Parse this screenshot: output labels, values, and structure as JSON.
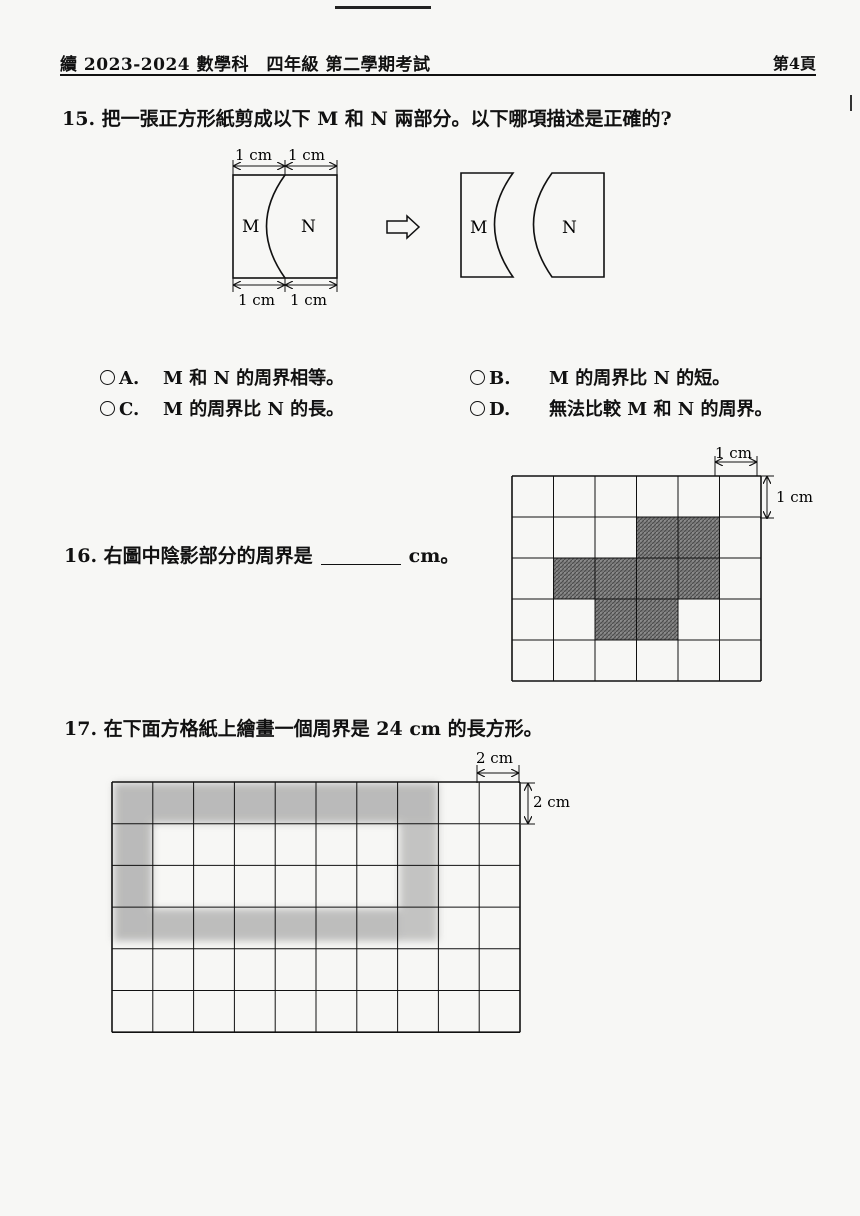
{
  "header": {
    "left": "續 2023-2024 數學科　四年級 第二學期考試",
    "right": "第4頁"
  },
  "q15": {
    "text": "15. 把一張正方形紙剪成以下 M 和 N 兩部分。以下哪項描述是正確的?",
    "dim_labels": [
      "1 cm",
      "1 cm",
      "1 cm",
      "1 cm"
    ],
    "piece_m": "M",
    "piece_n": "N",
    "options": [
      {
        "letter": "A.",
        "text": "M 和 N 的周界相等。"
      },
      {
        "letter": "B.",
        "text": "M 的周界比 N 的短。"
      },
      {
        "letter": "C.",
        "text": "M 的周界比 N 的長。"
      },
      {
        "letter": "D.",
        "text": "無法比較 M 和 N 的周界。"
      }
    ]
  },
  "q16": {
    "text_before": "16. 右圖中陰影部分的周界是",
    "text_after": "cm。",
    "grid_unit_w": "1 cm",
    "grid_unit_h": "1 cm",
    "grid_cols": 6,
    "grid_rows": 5,
    "shaded_cells": [
      [
        1,
        3
      ],
      [
        1,
        4
      ],
      [
        2,
        1
      ],
      [
        2,
        2
      ],
      [
        2,
        3
      ],
      [
        2,
        4
      ],
      [
        3,
        2
      ],
      [
        3,
        3
      ]
    ]
  },
  "q17": {
    "text": "17. 在下面方格紙上繪畫一個周界是 24 cm 的長方形。",
    "grid_unit_w": "2 cm",
    "grid_unit_h": "2 cm",
    "grid_cols": 10,
    "grid_rows": 6
  }
}
